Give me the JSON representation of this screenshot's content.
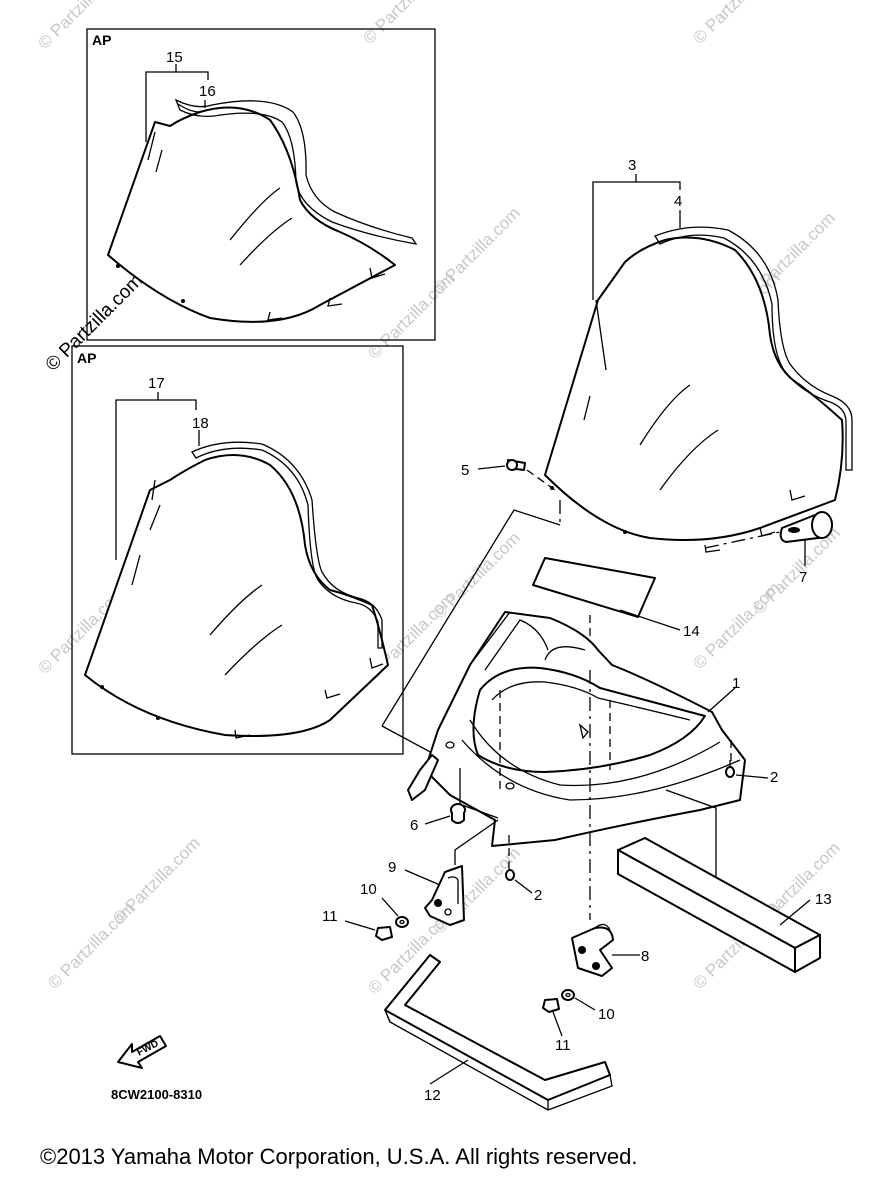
{
  "labels": {
    "n1": "1",
    "n2a": "2",
    "n2b": "2",
    "n3": "3",
    "n4": "4",
    "n5": "5",
    "n6": "6",
    "n7": "7",
    "n8": "8",
    "n9": "9",
    "n10a": "10",
    "n10b": "10",
    "n11a": "11",
    "n11b": "11",
    "n12": "12",
    "n13": "13",
    "n14": "14",
    "n15": "15",
    "n16": "16",
    "n17": "17",
    "n18": "18"
  },
  "inset_labels": {
    "top": "AP",
    "bottom": "AP"
  },
  "fwd_label": "FWD",
  "diagram_code": "8CW2100-8310",
  "watermark": {
    "text": "© Partzilla.com",
    "side_text": "© Partzilla.com"
  },
  "copyright": "©2013 Yamaha Motor Corporation, U.S.A. All rights reserved."
}
